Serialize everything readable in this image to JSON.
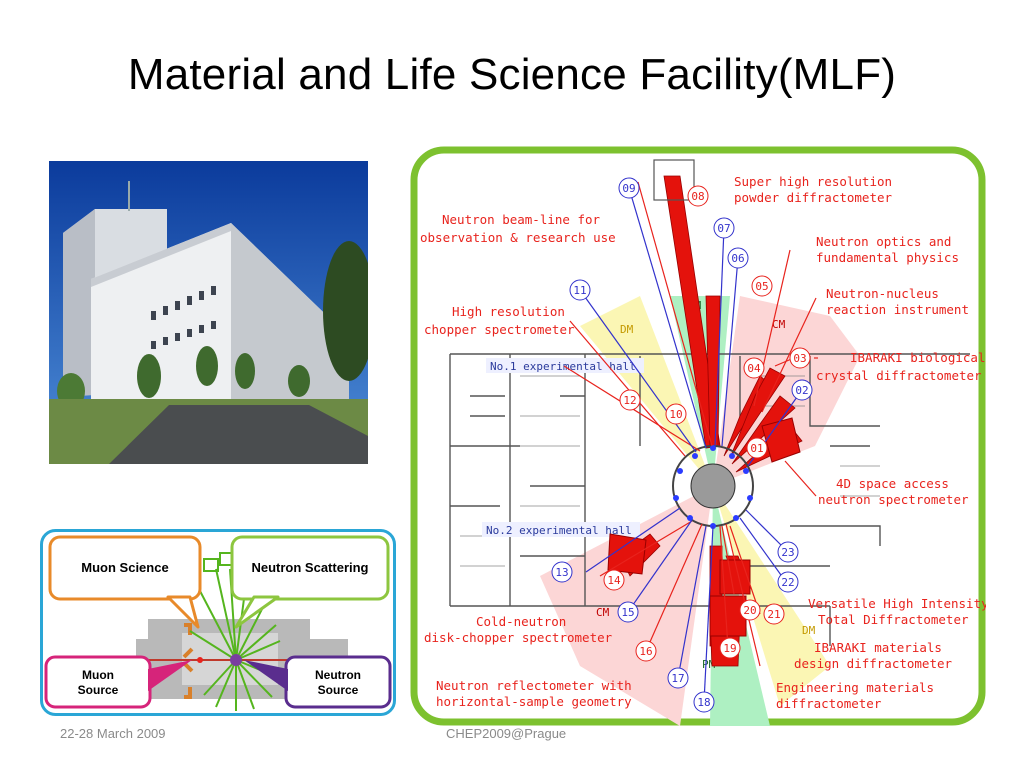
{
  "slide": {
    "title": "Material and Life Science Facility(MLF)",
    "footer_date": "22-28 March 2009",
    "footer_event": "CHEP2009@Prague"
  },
  "schematic": {
    "muon_science": "Muon Science",
    "neutron_scattering": "Neutron Scattering",
    "muon_source_line1": "Muon",
    "muon_source_line2": "Source",
    "neutron_source_line1": "Neutron",
    "neutron_source_line2": "Source"
  },
  "facility": {
    "hall1": "No.1 experimental hall",
    "hall2": "No.2 experimental hall",
    "zone_pm": "PM",
    "zone_dm": "DM",
    "zone_cm": "CM",
    "ports": [
      "01",
      "02",
      "03",
      "04",
      "05",
      "06",
      "07",
      "08",
      "09",
      "10",
      "11",
      "12",
      "13",
      "14",
      "15",
      "16",
      "17",
      "18",
      "19",
      "20",
      "21",
      "22",
      "23"
    ],
    "labels": {
      "l08a": "Super high resolution",
      "l08b": "powder diffractometer",
      "l_obs_a": "Neutron beam-line for",
      "l_obs_b": "observation & research use",
      "l05a": "Neutron optics and",
      "l05b": "fundamental physics",
      "l04a": "Neutron-nucleus",
      "l04b": "reaction instrument",
      "l12a": "High resolution",
      "l12b": "chopper spectrometer",
      "l03a": "IBARAKI biological",
      "l03b": "crystal diffractometer",
      "l01a": "4D space access",
      "l01b": "neutron spectrometer",
      "l21a": "Versatile High Intensity",
      "l21b": "Total Diffractometer",
      "l14a": "Cold-neutron",
      "l14b": "disk-chopper spectrometer",
      "l20a": "IBARAKI materials",
      "l20b": "design diffractometer",
      "l16a": "Neutron reflectometer with",
      "l16b": "horizontal-sample geometry",
      "l19a": "Engineering materials",
      "l19b": "diffractometer"
    }
  },
  "colors": {
    "frame_green": "#7dc12f",
    "label_red": "#e8231d",
    "port_blue": "#3333cc",
    "pm_green": "#aef0c2",
    "dm_yellow": "#fbf6b4",
    "cm_pink": "#fcd6d6"
  }
}
